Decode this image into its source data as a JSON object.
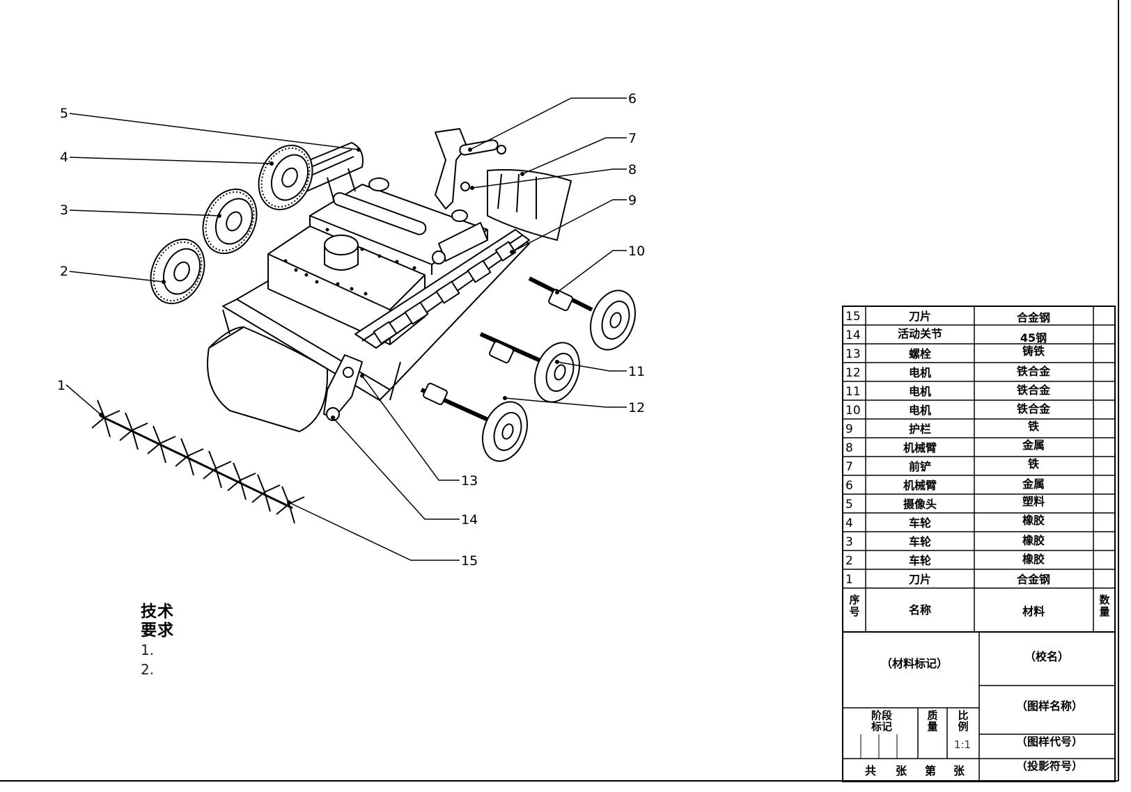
{
  "callouts": [
    {
      "num": "1"
    },
    {
      "num": "2"
    },
    {
      "num": "3"
    },
    {
      "num": "4"
    },
    {
      "num": "5"
    },
    {
      "num": "6"
    },
    {
      "num": "7"
    },
    {
      "num": "8"
    },
    {
      "num": "9"
    },
    {
      "num": "10"
    },
    {
      "num": "11"
    },
    {
      "num": "12"
    },
    {
      "num": "13"
    },
    {
      "num": "14"
    },
    {
      "num": "15"
    }
  ],
  "tech_requirements": {
    "title": "技术要求",
    "items": [
      "1.",
      "2."
    ]
  },
  "bom": {
    "header": {
      "seq": "序号",
      "name": "名称",
      "material": "材料",
      "qty": "数量"
    },
    "rows": [
      {
        "seq": "15",
        "name": "刀片",
        "material": "合金钢"
      },
      {
        "seq": "14",
        "name": "活动关节",
        "material": "45钢"
      },
      {
        "seq": "13",
        "name": "螺栓",
        "material": "铸铁"
      },
      {
        "seq": "12",
        "name": "电机",
        "material": "铁合金"
      },
      {
        "seq": "11",
        "name": "电机",
        "material": "铁合金"
      },
      {
        "seq": "10",
        "name": "电机",
        "material": "铁合金"
      },
      {
        "seq": "9",
        "name": "护栏",
        "material": "铁"
      },
      {
        "seq": "8",
        "name": "机械臂",
        "material": "金属"
      },
      {
        "seq": "7",
        "name": "前铲",
        "material": "铁"
      },
      {
        "seq": "6",
        "name": "机械臂",
        "material": "金属"
      },
      {
        "seq": "5",
        "name": "摄像头",
        "material": "塑料"
      },
      {
        "seq": "4",
        "name": "车轮",
        "material": "橡胶"
      },
      {
        "seq": "3",
        "name": "车轮",
        "material": "橡胶"
      },
      {
        "seq": "2",
        "name": "车轮",
        "material": "橡胶"
      },
      {
        "seq": "1",
        "name": "刀片",
        "material": "合金钢"
      }
    ]
  },
  "title_block": {
    "material_mark": "（材料标记）",
    "school": "（校名）",
    "drawing_name": "（图样名称）",
    "drawing_code": "（图样代号）",
    "projection": "（投影符号）",
    "stage_mark": "阶段标记",
    "mass": "质量",
    "scale_label": "比例",
    "scale_value": "1:1",
    "sheet_total": "共",
    "sheet_unit1": "张",
    "sheet_num": "第",
    "sheet_unit2": "张"
  }
}
